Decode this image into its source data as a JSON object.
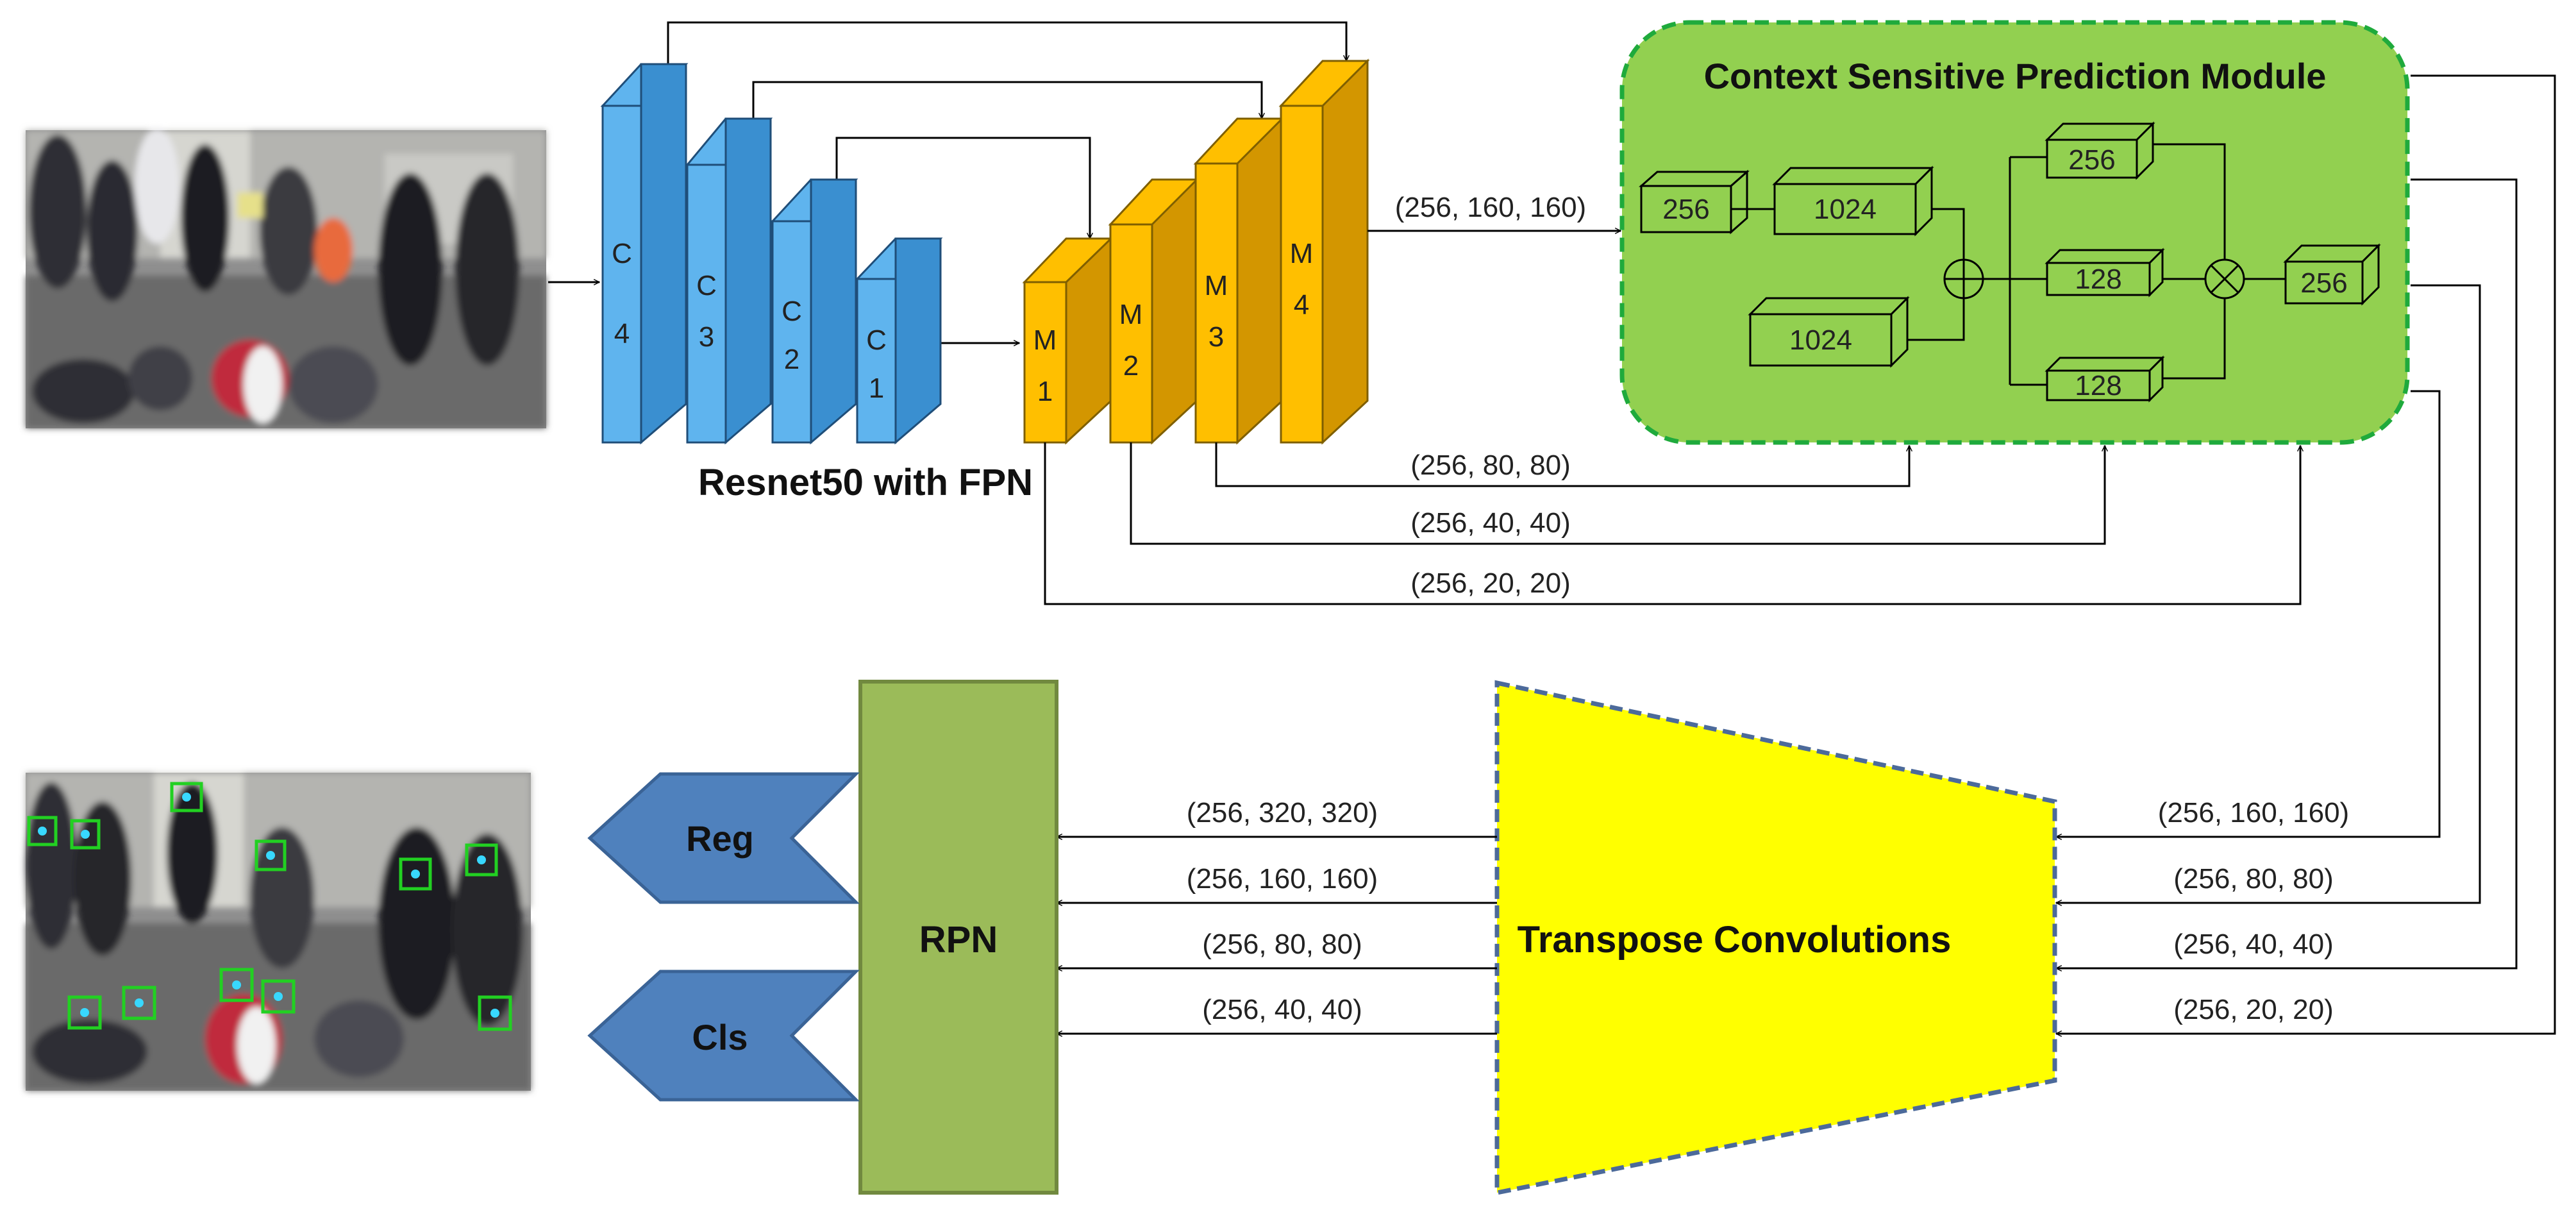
{
  "colors": {
    "resnet_front": "#5fb4ee",
    "resnet_side": "#3a8fd0",
    "fpn_front": "#ffbf00",
    "fpn_side": "#d39600",
    "csp_fill": "#92d050",
    "csp_border": "#1faa3c",
    "rpn_fill": "#9bbb59",
    "rpn_border": "#71893f",
    "head_fill": "#4f81bd",
    "head_border": "#3a6396",
    "transpose_fill": "#ffff00",
    "transpose_border": "#4c6a9a"
  },
  "backbone": {
    "caption": "Resnet50 with FPN",
    "c_blocks": [
      {
        "id": "c4",
        "line1": "C",
        "line2": "4"
      },
      {
        "id": "c3",
        "line1": "C",
        "line2": "3"
      },
      {
        "id": "c2",
        "line1": "C",
        "line2": "2"
      },
      {
        "id": "c1",
        "line1": "C",
        "line2": "1"
      }
    ],
    "m_blocks": [
      {
        "id": "m1",
        "line1": "M",
        "line2": "1"
      },
      {
        "id": "m2",
        "line1": "M",
        "line2": "2"
      },
      {
        "id": "m3",
        "line1": "M",
        "line2": "3"
      },
      {
        "id": "m4",
        "line1": "M",
        "line2": "4"
      }
    ],
    "m4_out": "(256, 160, 160)",
    "m3_out": "(256, 80, 80)",
    "m2_out": "(256, 40, 40)",
    "m1_out": "(256, 20, 20)"
  },
  "csp": {
    "title": "Context Sensitive Prediction Module",
    "box_a": "256",
    "box_b": "1024",
    "box_c": "1024",
    "box_d": "256",
    "box_e": "128",
    "box_f": "128",
    "box_out": "256"
  },
  "transpose": {
    "title": "Transpose Convolutions",
    "inputs": [
      "(256, 160, 160)",
      "(256, 80, 80)",
      "(256, 40, 40)",
      "(256, 20, 20)"
    ],
    "outputs": [
      "(256, 320, 320)",
      "(256, 160, 160)",
      "(256, 80, 80)",
      "(256, 40, 40)"
    ]
  },
  "rpn": {
    "label": "RPN",
    "reg_label": "Reg",
    "cls_label": "Cls"
  }
}
